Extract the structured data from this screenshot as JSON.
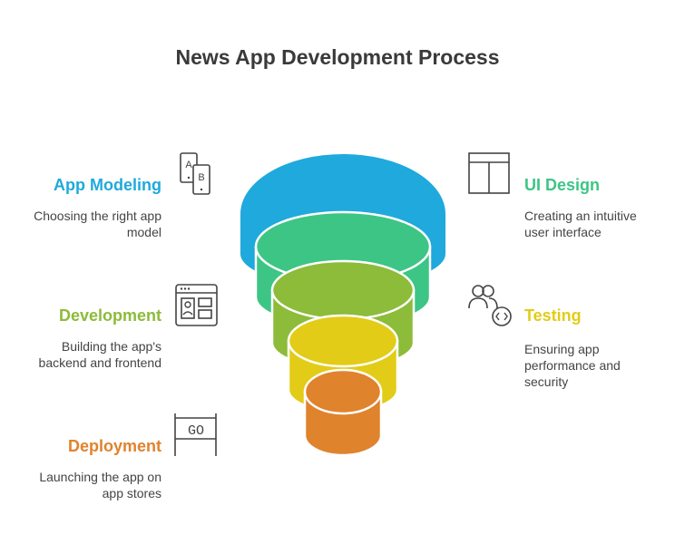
{
  "title": "News App Development Process",
  "steps": [
    {
      "label": "App Modeling",
      "desc": "Choosing the right app model",
      "color": "#1fa9dc",
      "icon": "ab-phones-icon",
      "side": "left"
    },
    {
      "label": "UI Design",
      "desc": "Creating an intuitive user interface",
      "color": "#3dc585",
      "icon": "layout-icon",
      "side": "right"
    },
    {
      "label": "Development",
      "desc": "Building the app's backend and frontend",
      "color": "#8dbb3a",
      "icon": "browser-code-icon",
      "side": "left"
    },
    {
      "label": "Testing",
      "desc": "Ensuring app performance and security",
      "color": "#e2cc17",
      "icon": "users-code-icon",
      "side": "right"
    },
    {
      "label": "Deployment",
      "desc": "Launching the app on app stores",
      "color": "#e0832d",
      "icon": "go-sign-icon",
      "side": "left"
    }
  ],
  "go_sign_text": "GO"
}
